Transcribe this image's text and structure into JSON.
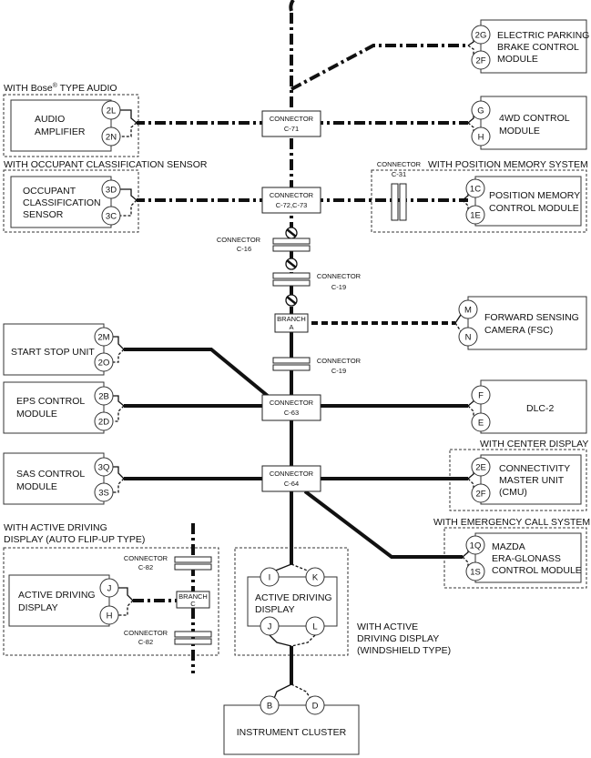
{
  "modules": {
    "epb": {
      "line1": "ELECTRIC PARKING",
      "line2": "BRAKE CONTROL",
      "line3": "MODULE",
      "pin_a": "2G",
      "pin_b": "2F"
    },
    "audio": {
      "line1": "AUDIO",
      "line2": "AMPLIFIER",
      "pin_a": "2L",
      "pin_b": "2N"
    },
    "fourwd": {
      "line1": "4WD CONTROL",
      "line2": "MODULE",
      "pin_a": "G",
      "pin_b": "H"
    },
    "ocs": {
      "line1": "OCCUPANT",
      "line2": "CLASSIFICATION",
      "line3": "SENSOR",
      "pin_a": "3D",
      "pin_b": "3C"
    },
    "pmcm": {
      "line1": "POSITION MEMORY",
      "line2": "CONTROL MODULE",
      "pin_a": "1C",
      "pin_b": "1E"
    },
    "fsc": {
      "line1": "FORWARD SENSING",
      "line2": "CAMERA (FSC)",
      "pin_a": "M",
      "pin_b": "N"
    },
    "ssu": {
      "line1": "START STOP UNIT",
      "pin_a": "2M",
      "pin_b": "2O"
    },
    "eps": {
      "line1": "EPS CONTROL",
      "line2": "MODULE",
      "pin_a": "2B",
      "pin_b": "2D"
    },
    "dlc": {
      "line1": "DLC-2",
      "pin_a": "F",
      "pin_b": "E"
    },
    "sas": {
      "line1": "SAS CONTROL",
      "line2": "MODULE",
      "pin_a": "3Q",
      "pin_b": "3S"
    },
    "cmu": {
      "line1": "CONNECTIVITY",
      "line2": "MASTER UNIT",
      "line3": "(CMU)",
      "pin_a": "2E",
      "pin_b": "2F"
    },
    "era": {
      "line1": "MAZDA",
      "line2": "ERA-GLONASS",
      "line3": "CONTROL MODULE",
      "pin_a": "1Q",
      "pin_b": "1S"
    },
    "add_left": {
      "line1": "ACTIVE DRIVING",
      "line2": "DISPLAY",
      "pin_a": "J",
      "pin_b": "H"
    },
    "add_ws": {
      "line1": "ACTIVE DRIVING",
      "line2": "DISPLAY",
      "pin_tl": "I",
      "pin_tr": "K",
      "pin_bl": "J",
      "pin_br": "L"
    },
    "cluster": {
      "line1": "INSTRUMENT CLUSTER",
      "pin_a": "B",
      "pin_b": "D"
    }
  },
  "connectors": {
    "c71": {
      "l1": "CONNECTOR",
      "l2": "C-71"
    },
    "c72": {
      "l1": "CONNECTOR",
      "l2": "C-72,C-73"
    },
    "c16": {
      "l1": "CONNECTOR",
      "l2": "C-16"
    },
    "c19a": {
      "l1": "CONNECTOR",
      "l2": "C-19"
    },
    "branch_a": {
      "l1": "BRANCH",
      "l2": "A"
    },
    "c19b": {
      "l1": "CONNECTOR",
      "l2": "C-19"
    },
    "c63": {
      "l1": "CONNECTOR",
      "l2": "C-63"
    },
    "c64": {
      "l1": "CONNECTOR",
      "l2": "C-64"
    },
    "c31": {
      "l1": "CONNECTOR",
      "l2": "C-31"
    },
    "c82a": {
      "l1": "CONNECTOR",
      "l2": "C-82"
    },
    "c82b": {
      "l1": "CONNECTOR",
      "l2": "C-82"
    },
    "branch_c": {
      "l1": "BRANCH",
      "l2": "C"
    }
  },
  "groups": {
    "bose": {
      "pre": "WITH Bose",
      "reg": "®",
      "post": " TYPE AUDIO"
    },
    "ocs": "WITH OCCUPANT CLASSIFICATION SENSOR",
    "posmem": "WITH POSITION MEMORY SYSTEM",
    "center": "WITH CENTER DISPLAY",
    "emergency": "WITH EMERGENCY CALL SYSTEM",
    "add_flip_1": "WITH ACTIVE DRIVING",
    "add_flip_2": "DISPLAY (AUTO FLIP-UP TYPE)",
    "add_ws_1": "WITH ACTIVE",
    "add_ws_2": "DRIVING DISPLAY",
    "add_ws_3": "(WINDSHIELD TYPE)"
  }
}
